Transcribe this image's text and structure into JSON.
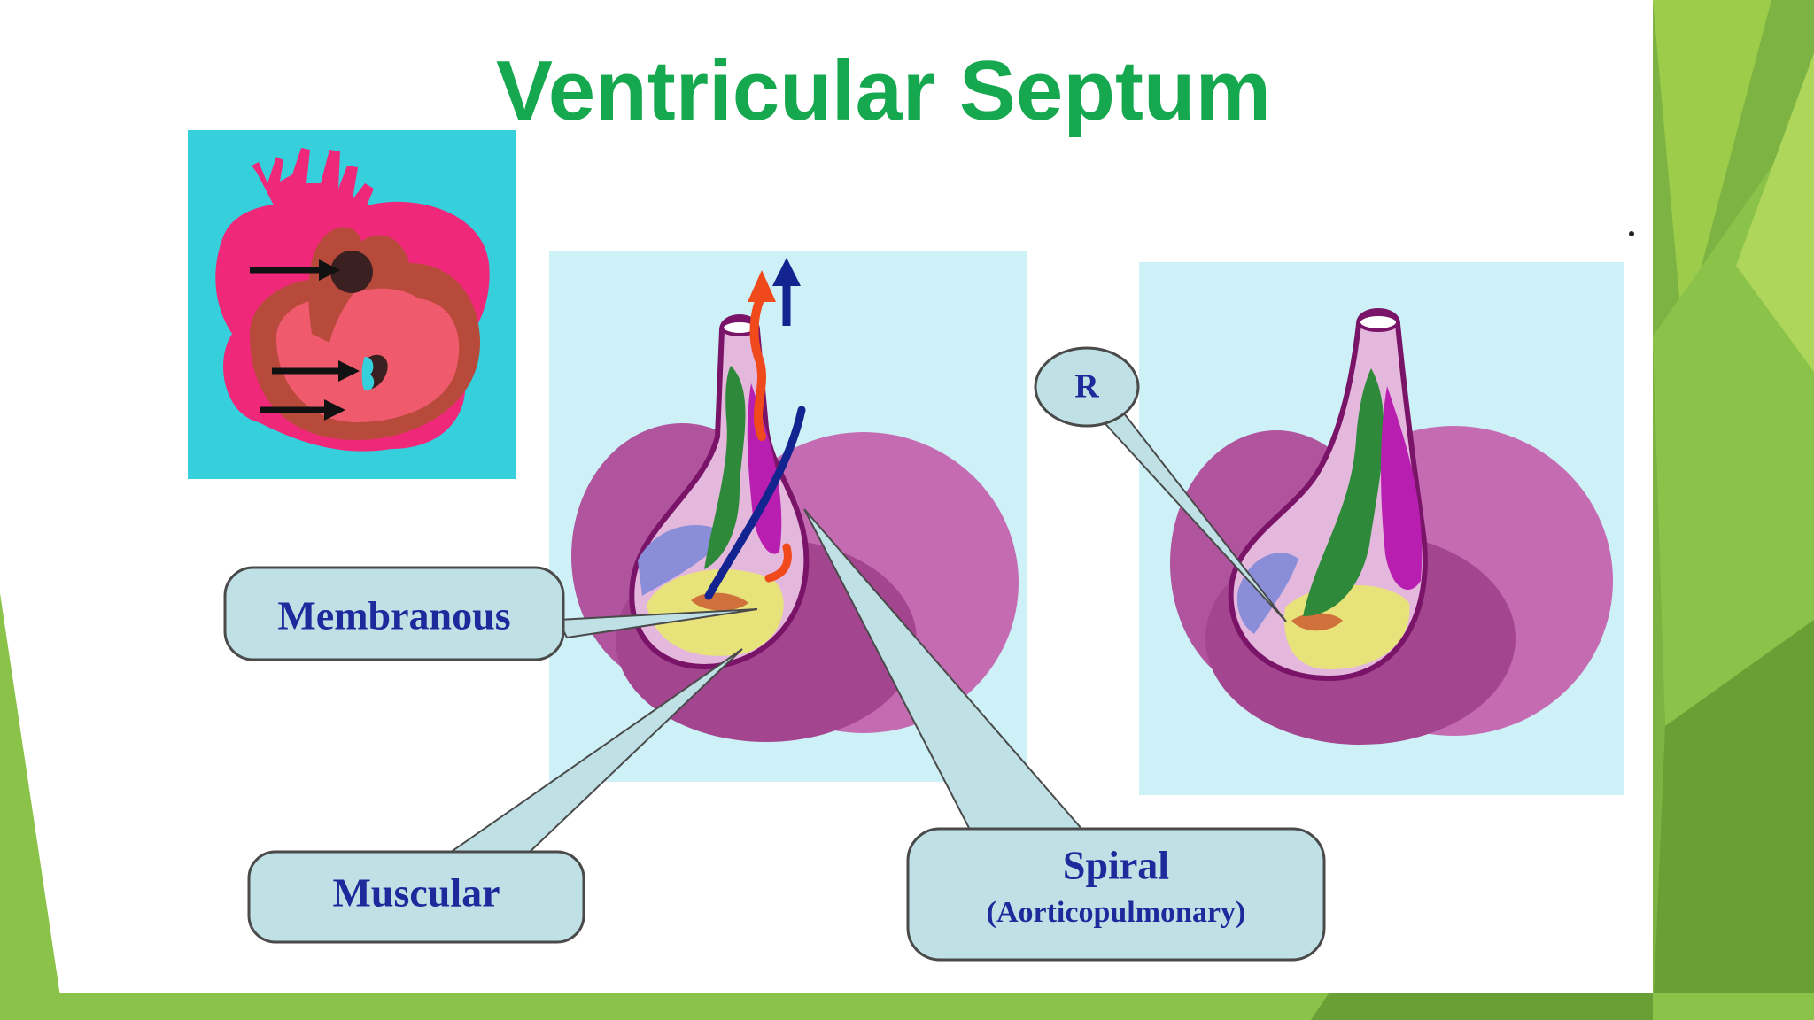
{
  "slide": {
    "title": "Ventricular Septum",
    "accent_color": "#16a84f",
    "decor_color": "#8cc63f"
  },
  "labels": {
    "membranous": "Membranous",
    "muscular": "Muscular",
    "spiral": "Spiral",
    "spiral_sub": "(Aorticopulmonary)",
    "r": "R"
  },
  "icons": [
    "black-arrow-icon",
    "blue-arrow-icon",
    "orange-arrow-icon"
  ]
}
